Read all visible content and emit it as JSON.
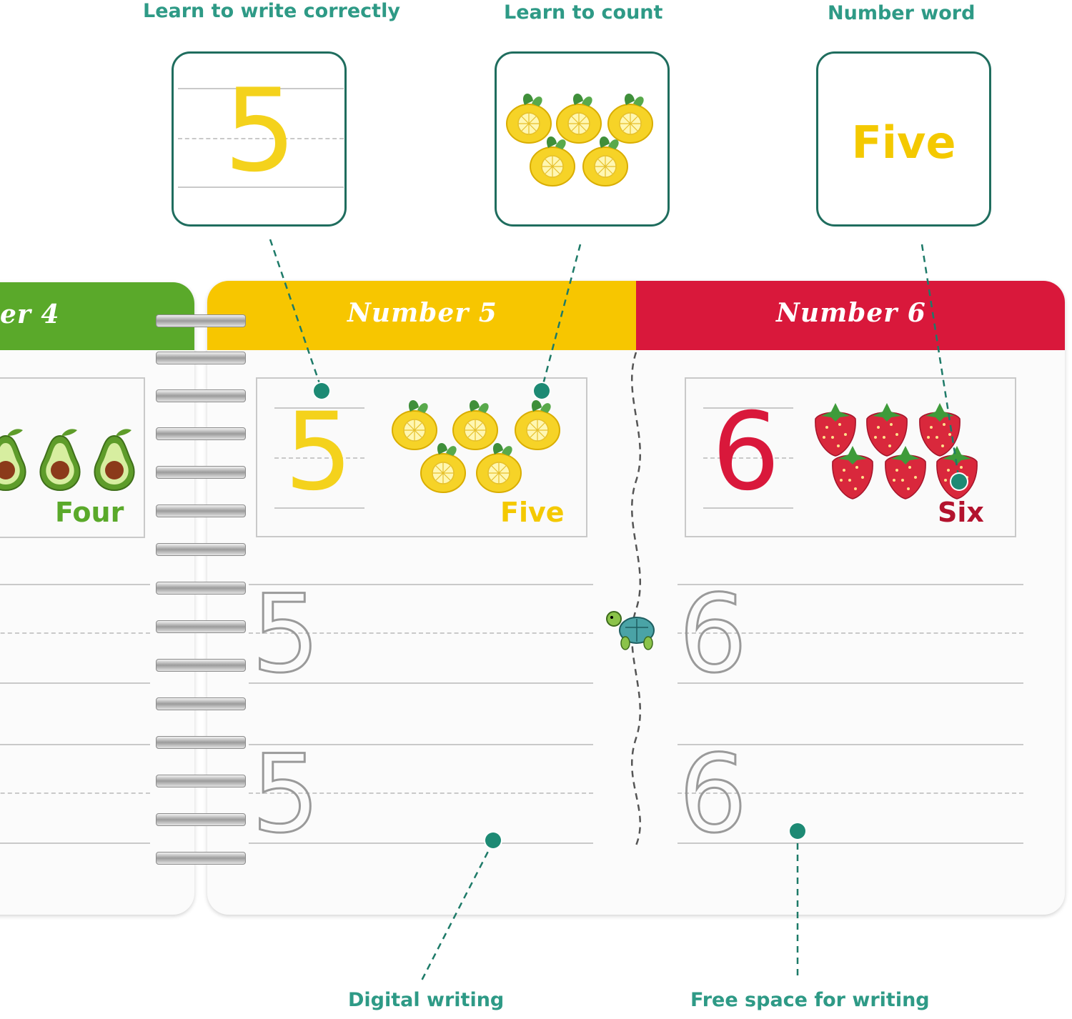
{
  "callouts": {
    "write": "Learn to write correctly",
    "count": "Learn to count",
    "word": "Number word",
    "digital": "Digital writing",
    "free": "Free space for writing"
  },
  "callout_boxes": {
    "write_digit": "5",
    "word_value": "Five"
  },
  "pages": {
    "left": {
      "tab": "er 4",
      "word": "Four",
      "color": "#5aa92a"
    },
    "middle": {
      "tab": "Number 5",
      "digit": "5",
      "word": "Five",
      "trace_digit": "5",
      "color": "#f7c600"
    },
    "right": {
      "tab": "Number 6",
      "digit": "6",
      "word": "Six",
      "trace_digit": "6",
      "color": "#d9183b"
    }
  },
  "colors": {
    "accent_teal": "#1d8a74",
    "label_teal": "#2e9a86",
    "lemon": "#f4d21c",
    "strawberry": "#d9283c",
    "avocado": "#6aa834"
  },
  "icons": [
    "lemon-icon",
    "strawberry-icon",
    "avocado-icon",
    "turtle-icon"
  ]
}
